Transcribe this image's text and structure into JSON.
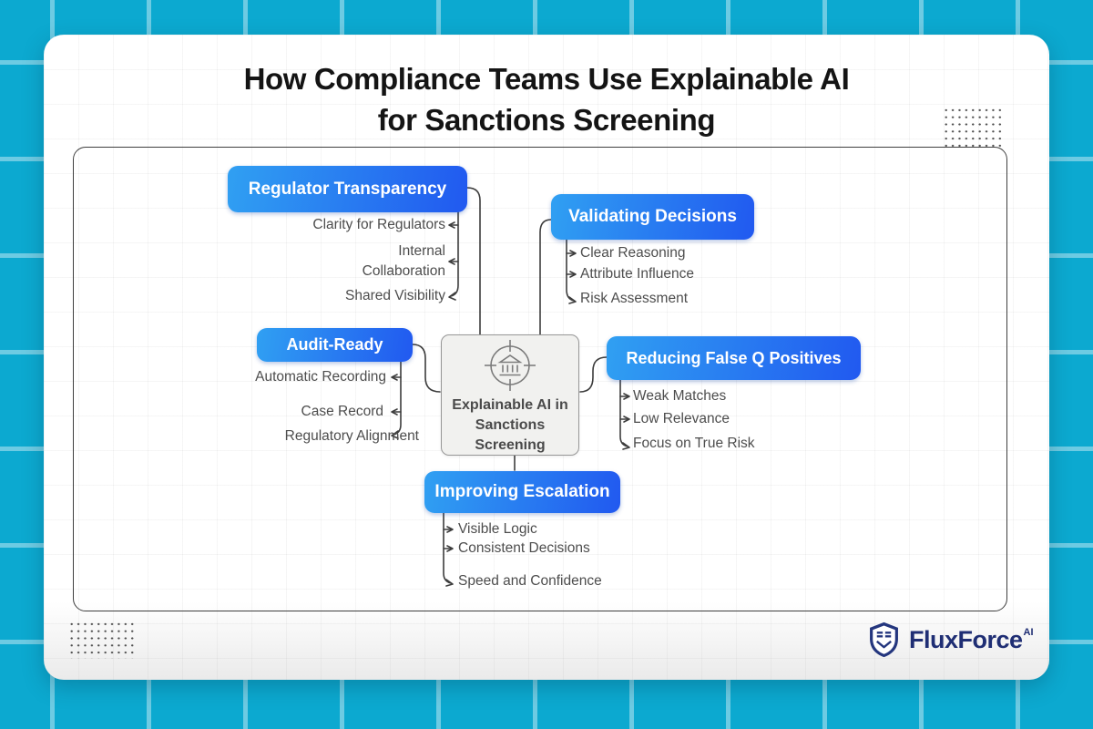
{
  "title": {
    "line1": "How Compliance Teams Use Explainable AI",
    "line2": "for Sanctions Screening"
  },
  "center_node": {
    "label": "Explainable AI in\nSanctions\nScreening",
    "icon": "bank-target-icon"
  },
  "branches": [
    {
      "label": "Regulator Transparency",
      "items": [
        {
          "text": "Clarity for Regulators"
        },
        {
          "text": "Internal Collaboration"
        },
        {
          "text": "Shared Visibility"
        }
      ]
    },
    {
      "label": "Validating Decisions",
      "items": [
        {
          "text": "Clear Reasoning"
        },
        {
          "text": "Attribute Influence"
        },
        {
          "text": "Risk Assessment"
        }
      ]
    },
    {
      "label": "Audit-Ready",
      "items": [
        {
          "text": "Automatic Recording"
        },
        {
          "text": "Case Record"
        },
        {
          "text": "Regulatory Alignment"
        }
      ]
    },
    {
      "label": "Reducing False Q Positives",
      "items": [
        {
          "text": "Weak Matches"
        },
        {
          "text": "Low Relevance"
        },
        {
          "text": "Focus on True Risk"
        }
      ]
    },
    {
      "label": "Improving Escalation",
      "items": [
        {
          "text": "Visible Logic"
        },
        {
          "text": "Consistent Decisions"
        },
        {
          "text": "Speed and Confidence"
        }
      ]
    }
  ],
  "logo": {
    "brand": "FluxForce",
    "suffix": "AI",
    "icon": "shield-icon"
  },
  "colors": {
    "background": "#0ca9d0",
    "grid_line": "#6cc9e2",
    "branch_gradient_start": "#30a0f2",
    "branch_gradient_end": "#2159f0",
    "connector": "#3d3d3d",
    "center_fill": "#f1f1ef",
    "sub_item_text": "#4d4d4d",
    "logo_navy": "#1f2e74"
  }
}
